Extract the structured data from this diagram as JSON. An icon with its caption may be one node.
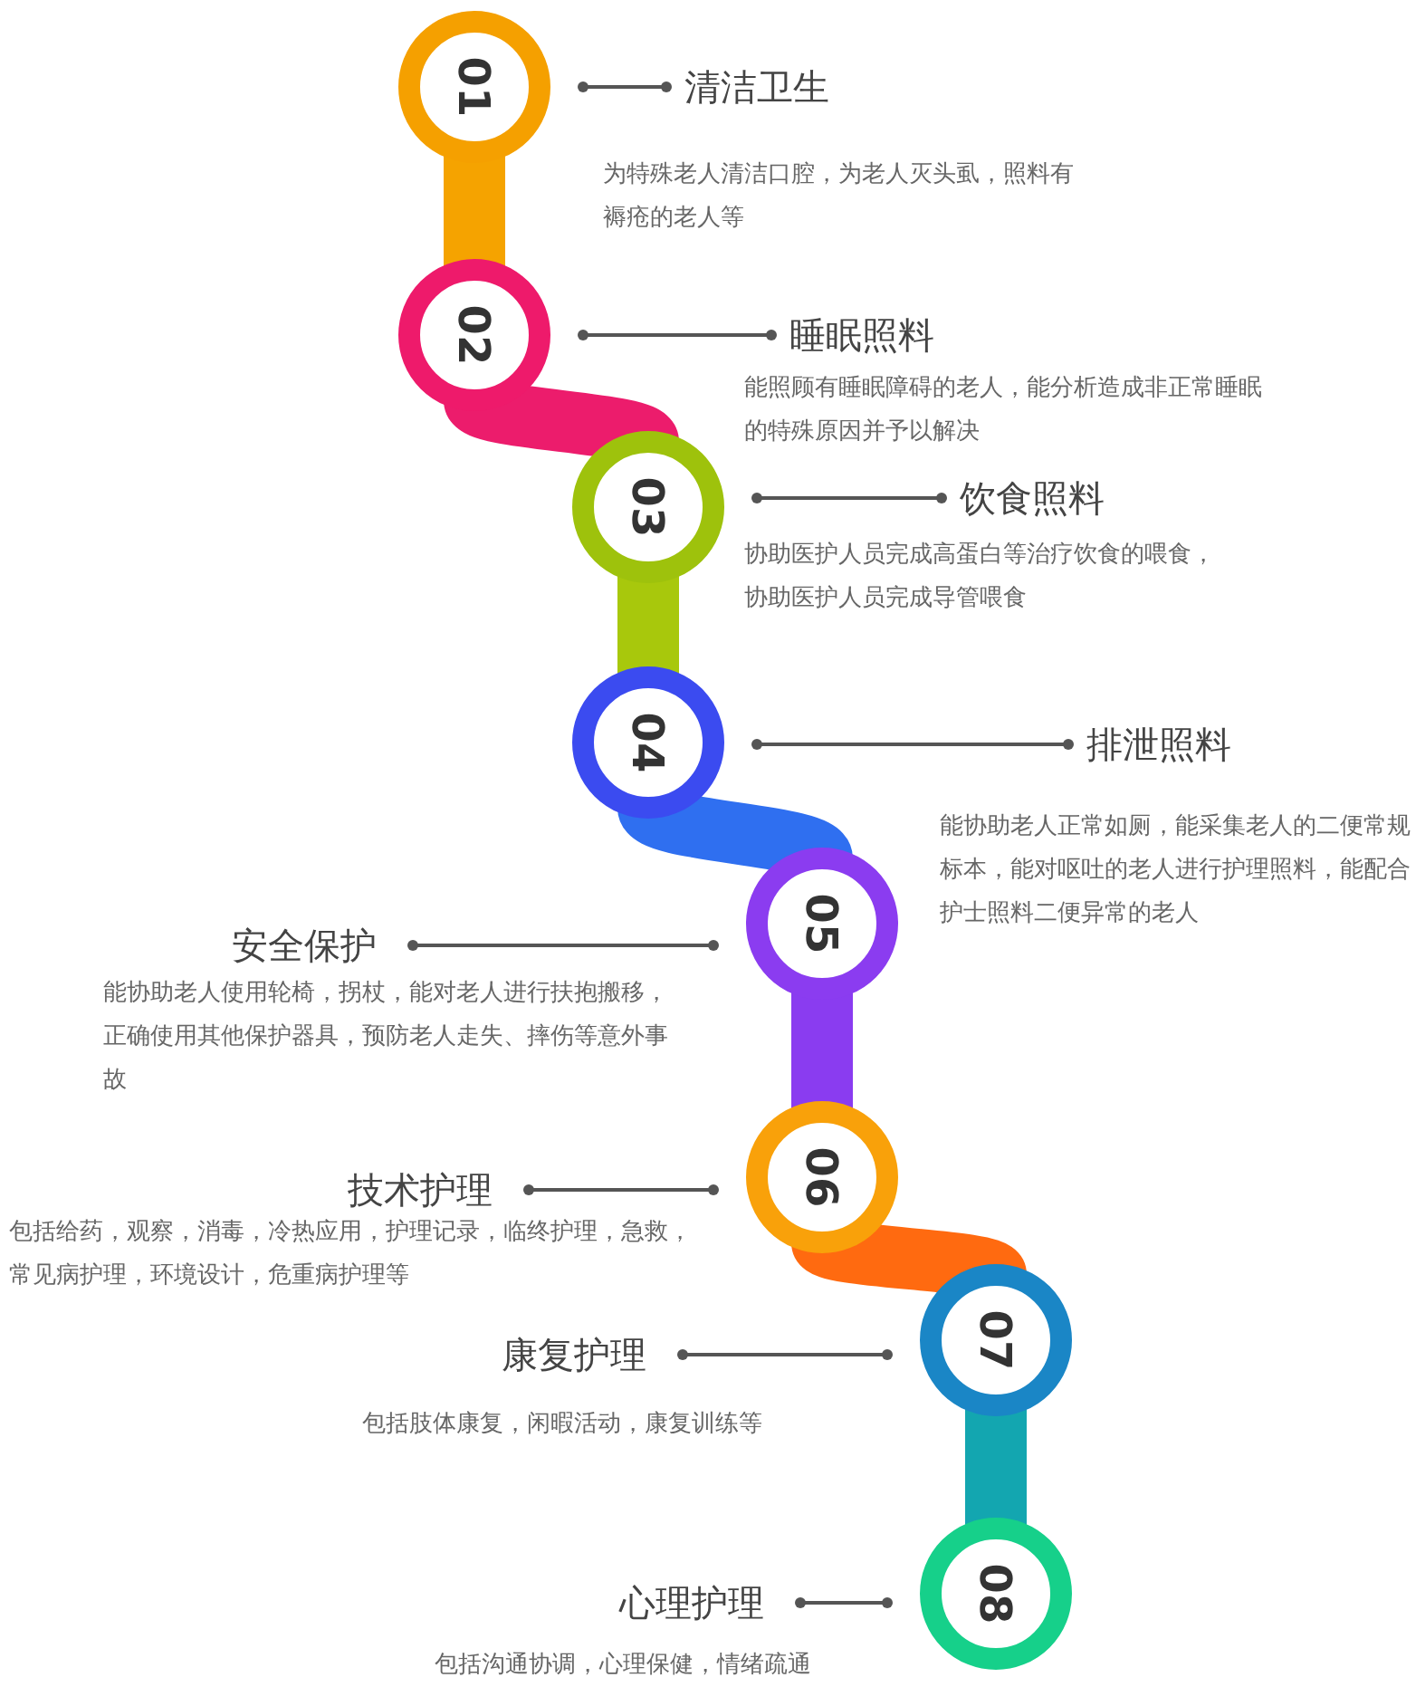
{
  "diagram": {
    "nodes": [
      {
        "text": [
          "01"
        ]
      },
      {
        "text": [
          "02"
        ]
      },
      {
        "text": [
          "03"
        ]
      },
      {
        "text": [
          "04"
        ]
      },
      {
        "text": [
          "05"
        ]
      },
      {
        "text": [
          "06"
        ]
      },
      {
        "text": [
          "07"
        ]
      },
      {
        "text": [
          "08"
        ]
      },
      {
        "text": [
          "清洁卫生"
        ],
        "beside": [
          "为特殊老人清洁口腔，为老人灭头虱，照料有褥疮的老人等"
        ]
      },
      {
        "text": [
          "睡眠照料"
        ],
        "beside": [
          "能照顾有睡眠障碍的老人，能分析造成非正常睡眠的特殊原因并予以解决"
        ]
      },
      {
        "text": [
          "饮食照料"
        ],
        "beside": [
          "协助医护人员完成高蛋白等治疗饮食的喂食，协助医护人员完成导管喂食"
        ]
      },
      {
        "text": [
          "排泄照料"
        ],
        "beside": [
          "能协助老人正常如厕，能采集老人的二便常规标本，能对呕吐的老人进行护理照料，能配合护士照料二便异常的老人"
        ]
      },
      {
        "text": [
          "安全保护"
        ],
        "beside": [
          "能协助老人使用轮椅，拐杖，能对老人进行扶抱搬移，正确使用其他保护器具，预防老人走失、摔伤等意外事故"
        ]
      },
      {
        "text": [
          "技术护理"
        ],
        "beside": [
          "包括给药，观察，消毒，冷热应用，护理记录，临终护理，急救，常见病护理，环境设计，危重病护理等"
        ]
      },
      {
        "text": [
          "康复护理"
        ],
        "beside": [
          "包括肢体康复，闲暇活动，康复训练等"
        ]
      },
      {
        "text": [
          "心理护理"
        ],
        "beside": [
          "包括沟通协调，心理保健，情绪疏通"
        ]
      }
    ],
    "edges": [
      {
        "from": 0,
        "to": 1,
        "arrow": "none",
        "style": "thick",
        "color": "#f5a300"
      },
      {
        "from": 1,
        "to": 2,
        "arrow": "none",
        "style": "thick",
        "color": "#ec1c6c"
      },
      {
        "from": 2,
        "to": 3,
        "arrow": "none",
        "style": "thick",
        "color": "#a8c80c"
      },
      {
        "from": 3,
        "to": 4,
        "arrow": "none",
        "style": "thick",
        "color": "#2f6ff0"
      },
      {
        "from": 4,
        "to": 5,
        "arrow": "none",
        "style": "thick",
        "color": "#8a3cf0"
      },
      {
        "from": 5,
        "to": 6,
        "arrow": "none",
        "style": "thick",
        "color": "#ff6a10"
      },
      {
        "from": 6,
        "to": 7,
        "arrow": "none",
        "style": "thick",
        "color": "#13a6b0"
      },
      {
        "from": 8,
        "to": 0,
        "arrow": "other"
      },
      {
        "from": 9,
        "to": 1,
        "arrow": "other"
      },
      {
        "from": 10,
        "to": 2,
        "arrow": "other"
      },
      {
        "from": 11,
        "to": 3,
        "arrow": "other"
      },
      {
        "from": 12,
        "to": 4,
        "arrow": "other"
      },
      {
        "from": 13,
        "to": 5,
        "arrow": "other"
      },
      {
        "from": 14,
        "to": 6,
        "arrow": "other"
      },
      {
        "from": 15,
        "to": 7,
        "arrow": "other"
      }
    ]
  }
}
